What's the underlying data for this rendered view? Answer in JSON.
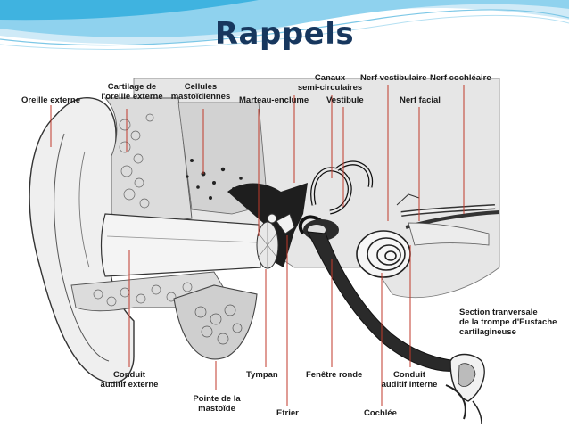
{
  "slide": {
    "title": "Rappels",
    "theme_colors": {
      "title": "#17375e",
      "wave_light": "#cfeaf7",
      "wave_mid": "#8fd2ee",
      "wave_dark": "#3fb3e0",
      "leader_line": "#c0392b"
    }
  },
  "diagram": {
    "labels": {
      "oreille_externe": "Oreille externe",
      "cartilage_1": "Cartilage de",
      "cartilage_2": "l'oreille externe",
      "cellules_1": "Cellules",
      "cellules_2": "mastoïdiennes",
      "marteau": "Marteau-enclume",
      "canaux_1": "Canaux",
      "canaux_2": "semi-circulaires",
      "vestibule": "Vestibule",
      "nerf_vestibulaire": "Nerf vestibulaire",
      "nerf_cochleaire": "Nerf cochléaire",
      "nerf_facial": "Nerf facial",
      "section_1": "Section tranversale",
      "section_2": "de la trompe d'Eustache",
      "section_3": "cartilagineuse",
      "conduit_ext_1": "Conduit",
      "conduit_ext_2": "auditif externe",
      "tympan": "Tympan",
      "fenetre": "Fenêtre ronde",
      "conduit_int_1": "Conduit",
      "conduit_int_2": "auditif interne",
      "pointe_1": "Pointe de la",
      "pointe_2": "mastoïde",
      "etrier": "Etrier",
      "cochlee": "Cochlée"
    }
  }
}
